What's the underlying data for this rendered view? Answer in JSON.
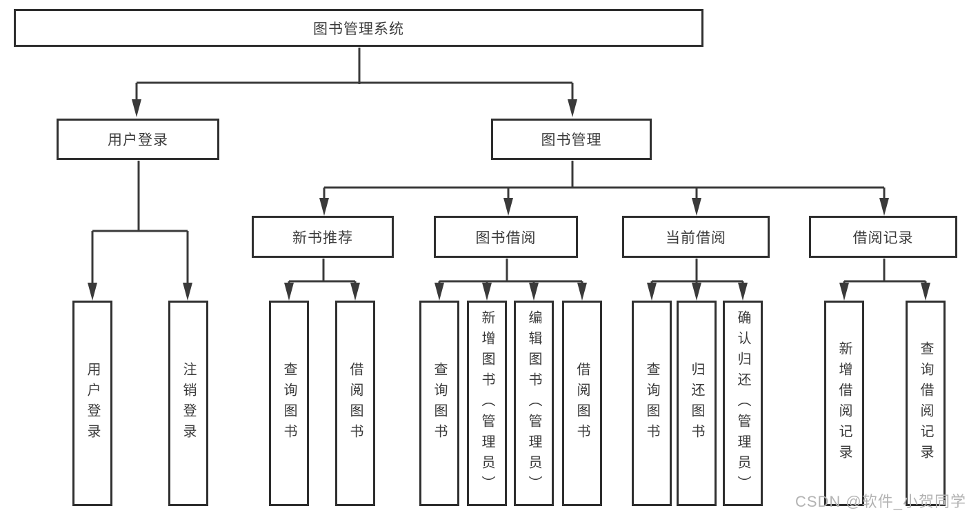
{
  "tree": {
    "root": {
      "label": "图书管理系统"
    },
    "branches": [
      {
        "label": "用户登录",
        "children": [
          {
            "label": "用户登录"
          },
          {
            "label": "注销登录"
          }
        ]
      },
      {
        "label": "图书管理",
        "sections": [
          {
            "label": "新书推荐",
            "children": [
              {
                "label": "查询图书"
              },
              {
                "label": "借阅图书"
              }
            ]
          },
          {
            "label": "图书借阅",
            "children": [
              {
                "label": "查询图书"
              },
              {
                "label": "新增图书（管理员）"
              },
              {
                "label": "编辑图书（管理员）"
              },
              {
                "label": "借阅图书"
              }
            ]
          },
          {
            "label": "当前借阅",
            "children": [
              {
                "label": "查询图书"
              },
              {
                "label": "归还图书"
              },
              {
                "label": "确认归还（管理员）"
              }
            ]
          },
          {
            "label": "借阅记录",
            "children": [
              {
                "label": "新增借阅记录"
              },
              {
                "label": "查询借阅记录"
              }
            ]
          }
        ]
      }
    ]
  },
  "watermark": {
    "text": "CSDN @软件_小贺同学"
  },
  "colors": {
    "line": "#3a3a3a",
    "box_border": "#2f2f2f",
    "text": "#3b3b3b",
    "watermark": "#b3b3b3",
    "background": "#ffffff"
  }
}
